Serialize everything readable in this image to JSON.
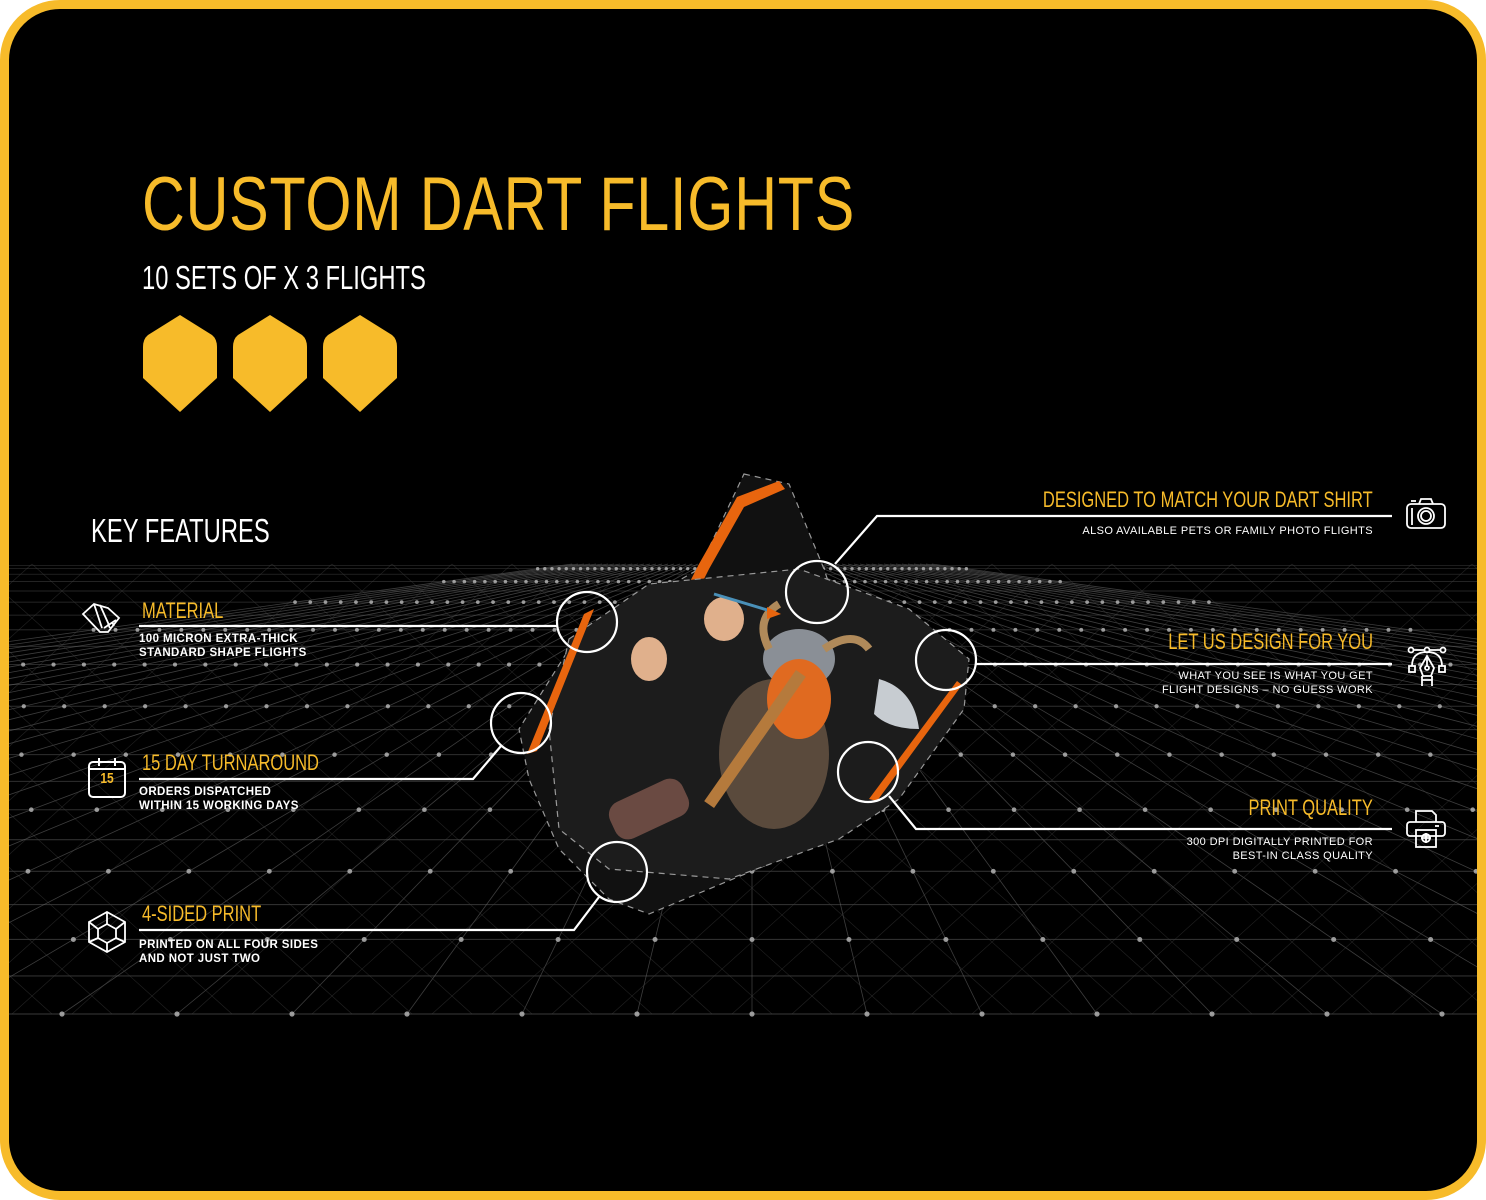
{
  "header": {
    "title": "CUSTOM DART FLIGHTS",
    "subtitle": "10 SETS OF X 3 FLIGHTS",
    "flight_icon_count": 3
  },
  "key_features_label": "KEY FEATURES",
  "features_left": [
    {
      "icon": "swatch-fan-icon",
      "title": "MATERIAL",
      "lines": [
        "100 MICRON EXTRA-THICK",
        "STANDARD SHAPE FLIGHTS"
      ]
    },
    {
      "icon": "calendar-icon",
      "icon_text": "15",
      "title": "15 DAY TURNAROUND",
      "lines": [
        "ORDERS DISPATCHED",
        "WITHIN 15 WORKING DAYS"
      ]
    },
    {
      "icon": "cube-icon",
      "title": "4-SIDED PRINT",
      "lines": [
        "PRINTED ON ALL FOUR SIDES",
        "AND NOT JUST TWO"
      ]
    }
  ],
  "features_right": [
    {
      "icon": "camera-icon",
      "title": "DESIGNED TO MATCH YOUR DART SHIRT",
      "lines": [
        "ALSO AVAILABLE PETS OR FAMILY PHOTO FLIGHTS"
      ]
    },
    {
      "icon": "pen-tool-icon",
      "title": "LET US DESIGN FOR YOU",
      "lines": [
        "WHAT YOU SEE IS WHAT YOU GET",
        "FLIGHT DESIGNS – NO GUESS WORK"
      ]
    },
    {
      "icon": "printer-icon",
      "title": "PRINT QUALITY",
      "lines": [
        "300 DPI DIGITALLY PRINTED FOR",
        "BEST-IN CLASS QUALITY"
      ]
    }
  ],
  "colors": {
    "accent": "#f7bb2a",
    "background": "#000000",
    "flight_stripe": "#e8650e",
    "text": "#ffffff"
  }
}
